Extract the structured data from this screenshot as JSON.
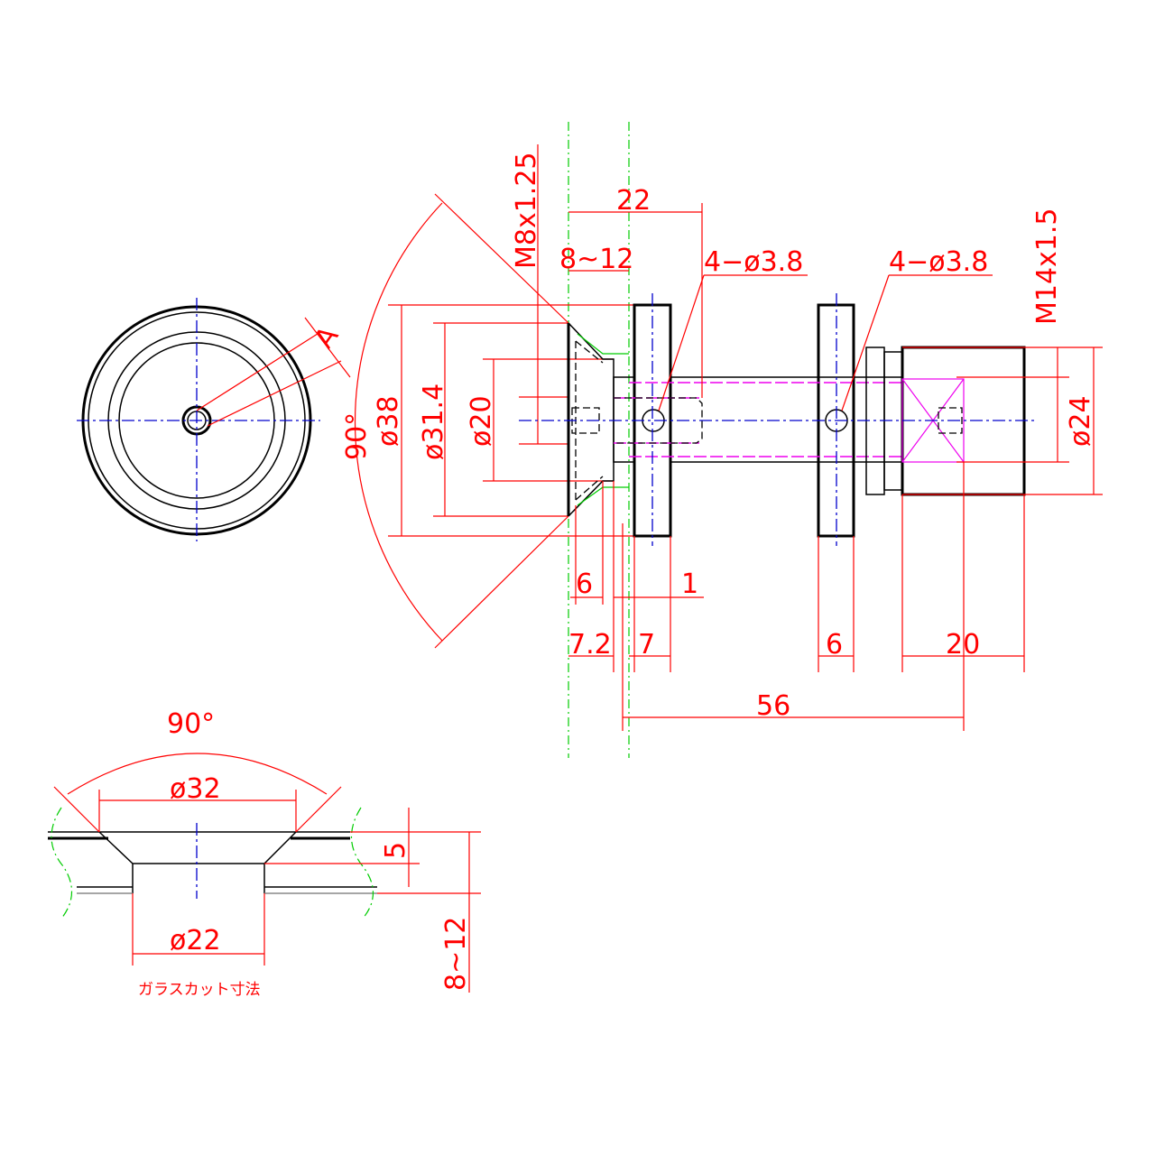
{
  "front_view": {
    "detail_label": "A"
  },
  "side_view": {
    "angle": "90°",
    "dia_38": "ø38",
    "dia_31_4": "ø31.4",
    "dia_20": "ø20",
    "thread_m8": "M8x1.25",
    "len_22": "22",
    "glass_8_12": "8~12",
    "holes_left": "4−ø3.8",
    "holes_right": "4−ø3.8",
    "thread_m14": "M14x1.5",
    "dia_24": "ø24",
    "dim_6a": "6",
    "dim_1": "1",
    "dim_7_2": "7.2",
    "dim_7": "7",
    "dim_6b": "6",
    "dim_20": "20",
    "dim_56": "56"
  },
  "glass_cut": {
    "angle": "90°",
    "dia_32": "ø32",
    "dia_22": "ø22",
    "depth_5": "5",
    "thickness": "8~12",
    "caption": "ガラスカット寸法"
  },
  "colors": {
    "outline": "#000000",
    "dimension": "#ff0000",
    "center": "#0000cc",
    "glass": "#00cc00",
    "hidden": "#ee00ee"
  }
}
